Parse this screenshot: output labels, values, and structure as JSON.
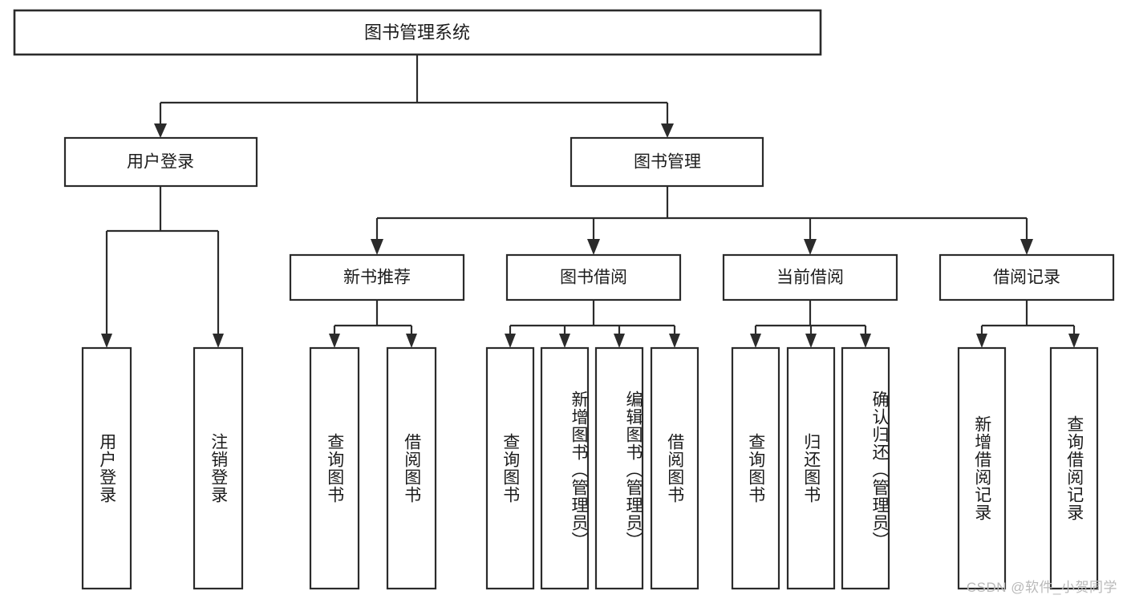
{
  "diagram": {
    "title": "图书管理系统",
    "type": "tree-hierarchy-diagram",
    "colors": {
      "box_fill": "#ffffff",
      "box_stroke": "#2b2b2b",
      "text": "#1c1c1c",
      "background": "#ffffff",
      "watermark": "#b9b9b9"
    },
    "root": {
      "label": "图书管理系统"
    },
    "level2": [
      {
        "label": "用户登录"
      },
      {
        "label": "图书管理"
      }
    ],
    "level3": [
      {
        "label": "新书推荐"
      },
      {
        "label": "图书借阅"
      },
      {
        "label": "当前借阅"
      },
      {
        "label": "借阅记录"
      }
    ],
    "leaves": {
      "user_login": [
        {
          "label": "用户登录"
        },
        {
          "label": "注销登录"
        }
      ],
      "new_book_recommend": [
        {
          "label": "查询图书"
        },
        {
          "label": "借阅图书"
        }
      ],
      "book_borrow": [
        {
          "label": "查询图书"
        },
        {
          "label": "新增图书（管理员）"
        },
        {
          "label": "编辑图书（管理员）"
        },
        {
          "label": "借阅图书"
        }
      ],
      "current_borrow": [
        {
          "label": "查询图书"
        },
        {
          "label": "归还图书"
        },
        {
          "label": "确认归还（管理员）"
        }
      ],
      "borrow_record": [
        {
          "label": "新增借阅记录"
        },
        {
          "label": "查询借阅记录"
        }
      ]
    },
    "watermark": "CSDN @软件_小贺同学"
  }
}
